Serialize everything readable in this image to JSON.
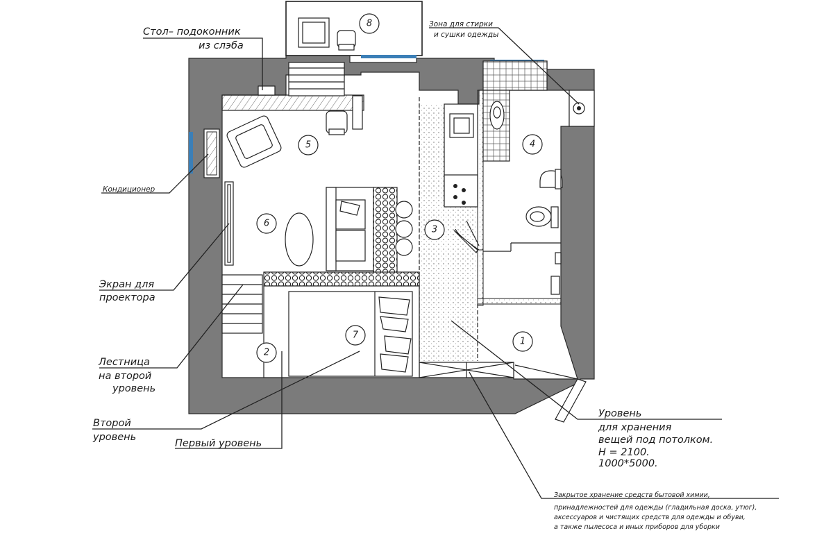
{
  "labels": {
    "desk_sill": [
      "Стол– подоконник",
      "из слэба"
    ],
    "laundry": [
      "Зона для стирки",
      "и сушки одежды"
    ],
    "ac": "Кондиционер",
    "screen": [
      "Экран для",
      "проектора"
    ],
    "stairs": [
      "Лестница",
      "на второй",
      "уровень"
    ],
    "second_level": [
      "Второй",
      "уровень"
    ],
    "first_level": "Первый уровень",
    "storage": [
      "Уровень",
      "для хранения",
      "вещей под потолком.",
      "H = 2100.",
      "1000*5000."
    ],
    "closed_storage": [
      "Закрытое хранение средств бытовой химии,",
      "принадлежностей для одежды (гладильная доска, утюг),",
      "аксессуаров и чистящих средств для одежды и обуви,",
      "а также пылесоса и иных приборов для уборки"
    ]
  },
  "rooms": [
    "1",
    "2",
    "3",
    "4",
    "5",
    "6",
    "7",
    "8"
  ],
  "colors": {
    "wall": "#7b7b7b",
    "glass": "#3b7fb7",
    "line": "#222222"
  }
}
